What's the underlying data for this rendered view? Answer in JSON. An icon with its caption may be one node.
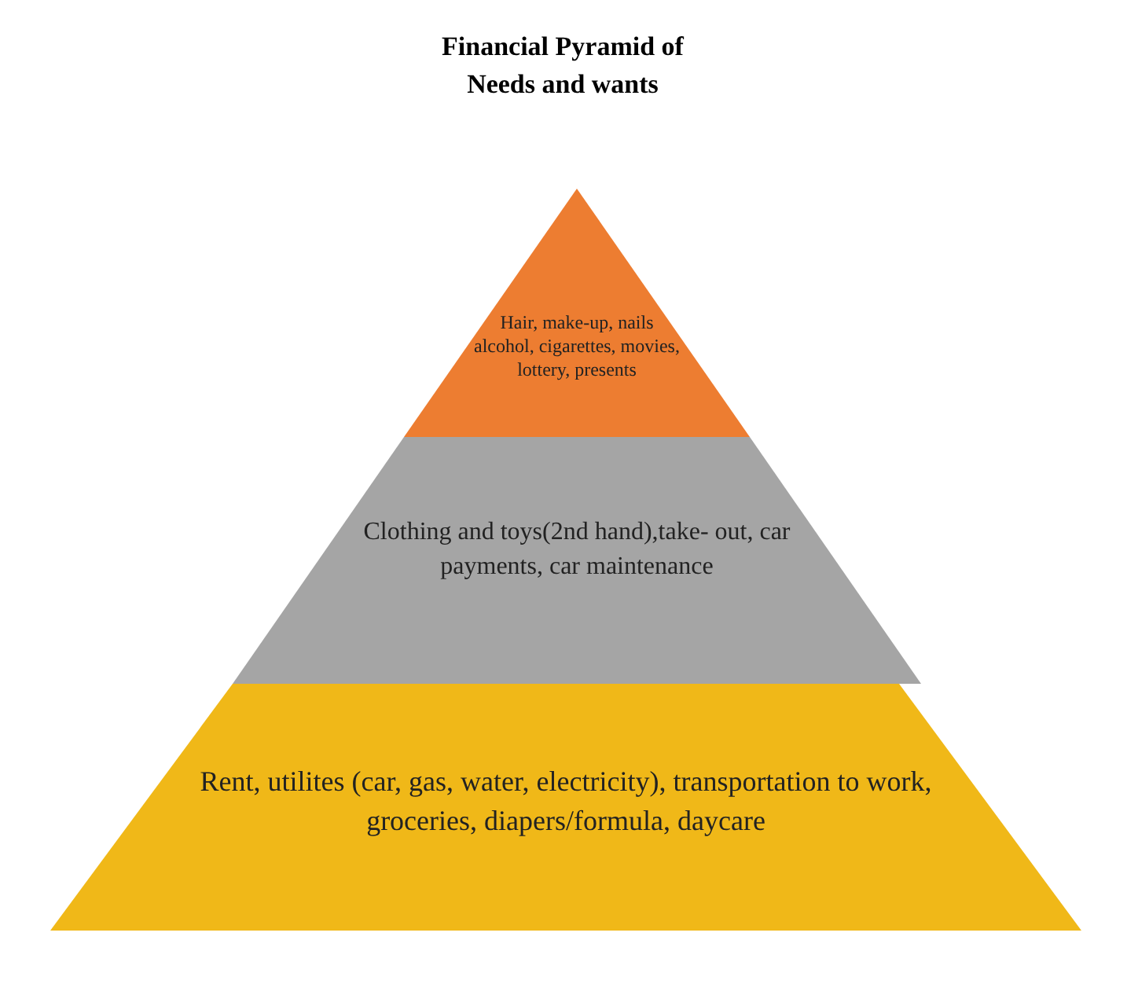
{
  "diagram": {
    "title": "Financial Pyramid of Needs and wants",
    "nodes": [
      {
        "text": [
          "Hair, make-up, nails alcohol, cigarettes, movies, lottery, presents"
        ]
      },
      {
        "text": [
          "Clothing and toys(2nd hand),take- out, car payments, car maintenance"
        ]
      },
      {
        "text": [
          "Rent, utilites (car, gas, water, electricity), transportation to work, groceries, diapers/formula, daycare"
        ]
      }
    ]
  }
}
